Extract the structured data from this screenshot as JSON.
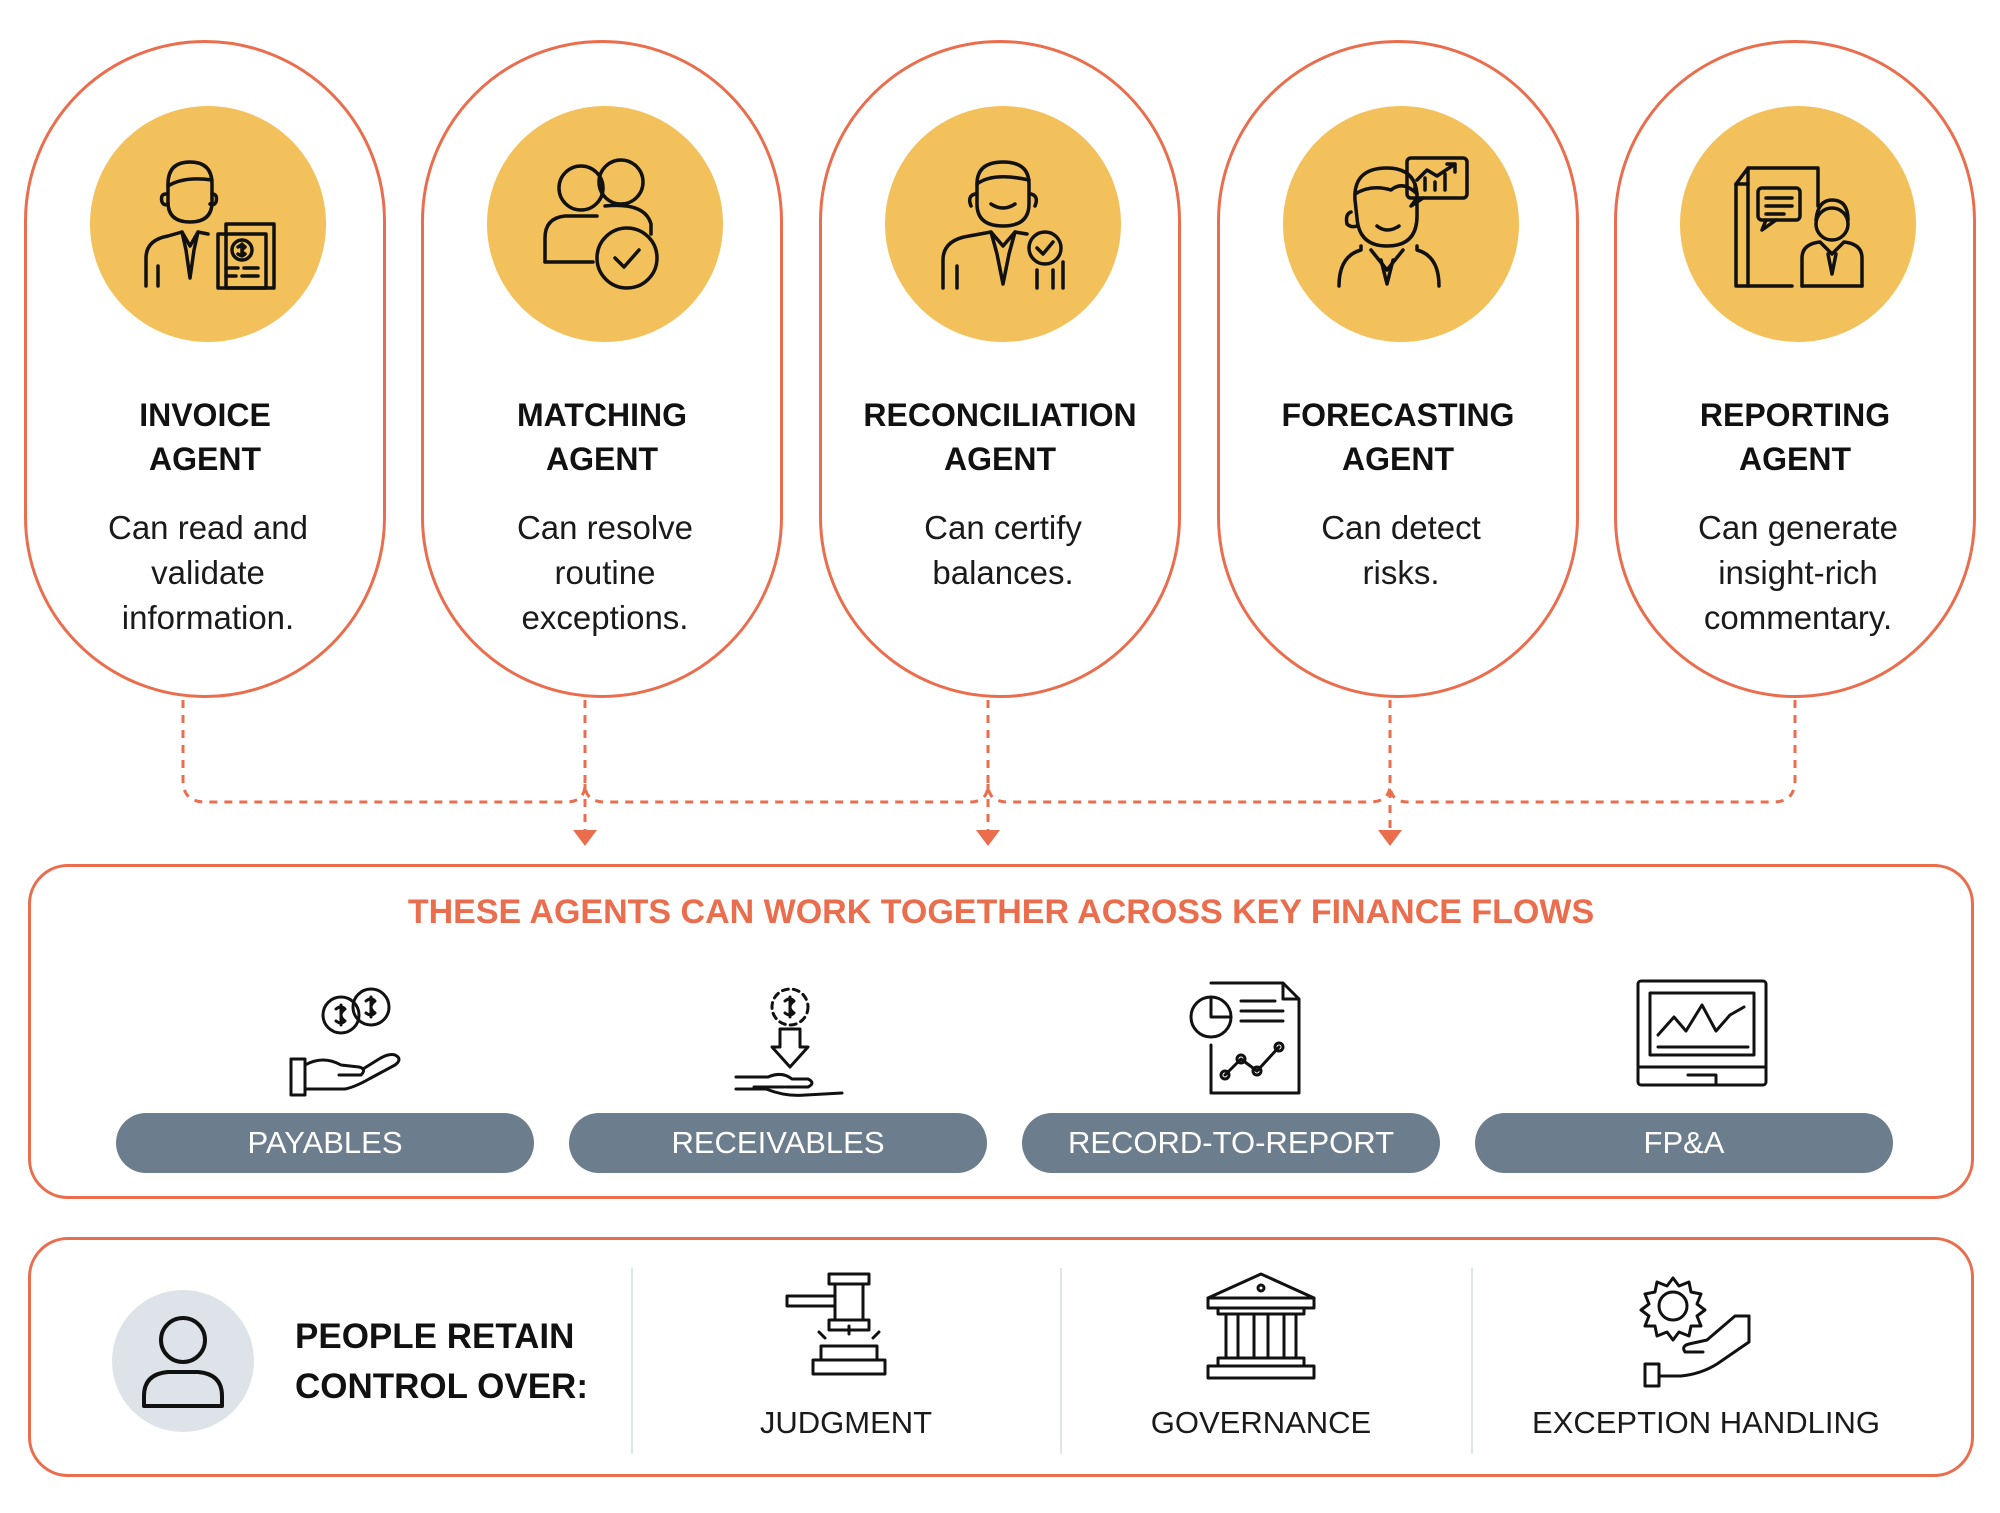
{
  "agents": [
    {
      "title_line1": "INVOICE",
      "title_line2": "AGENT",
      "desc_line1": "Can read and",
      "desc_line2": "validate",
      "desc_line3": "information.",
      "icon": "invoice-agent-icon"
    },
    {
      "title_line1": "MATCHING",
      "title_line2": "AGENT",
      "desc_line1": "Can resolve",
      "desc_line2": "routine",
      "desc_line3": "exceptions.",
      "icon": "matching-agent-icon"
    },
    {
      "title_line1": "RECONCILIATION",
      "title_line2": "AGENT",
      "desc_line1": "Can certify",
      "desc_line2": "balances.",
      "desc_line3": "",
      "icon": "reconciliation-agent-icon"
    },
    {
      "title_line1": "FORECASTING",
      "title_line2": "AGENT",
      "desc_line1": "Can detect",
      "desc_line2": "risks.",
      "desc_line3": "",
      "icon": "forecasting-agent-icon"
    },
    {
      "title_line1": "REPORTING",
      "title_line2": "AGENT",
      "desc_line1": "Can generate",
      "desc_line2": "insight-rich",
      "desc_line3": "commentary.",
      "icon": "reporting-agent-icon"
    }
  ],
  "flows": {
    "title": "THESE AGENTS CAN WORK TOGETHER ACROSS KEY FINANCE FLOWS",
    "items": [
      {
        "label": "PAYABLES",
        "icon": "coins-hand-icon"
      },
      {
        "label": "RECEIVABLES",
        "icon": "receive-money-icon"
      },
      {
        "label": "RECORD-TO-REPORT",
        "icon": "report-document-icon"
      },
      {
        "label": "FP&A",
        "icon": "monitor-chart-icon"
      }
    ]
  },
  "people": {
    "label_line1": "PEOPLE RETAIN",
    "label_line2": "CONTROL OVER:",
    "controls": [
      {
        "label": "JUDGMENT",
        "icon": "gavel-icon"
      },
      {
        "label": "GOVERNANCE",
        "icon": "institution-icon"
      },
      {
        "label": "EXCEPTION HANDLING",
        "icon": "gear-hand-icon"
      }
    ]
  },
  "colors": {
    "accent_orange": "#ea6e4d",
    "icon_circle_yellow": "#f2c15c",
    "pill_gray": "#6c7d8d",
    "person_circle": "#dde3e8"
  }
}
